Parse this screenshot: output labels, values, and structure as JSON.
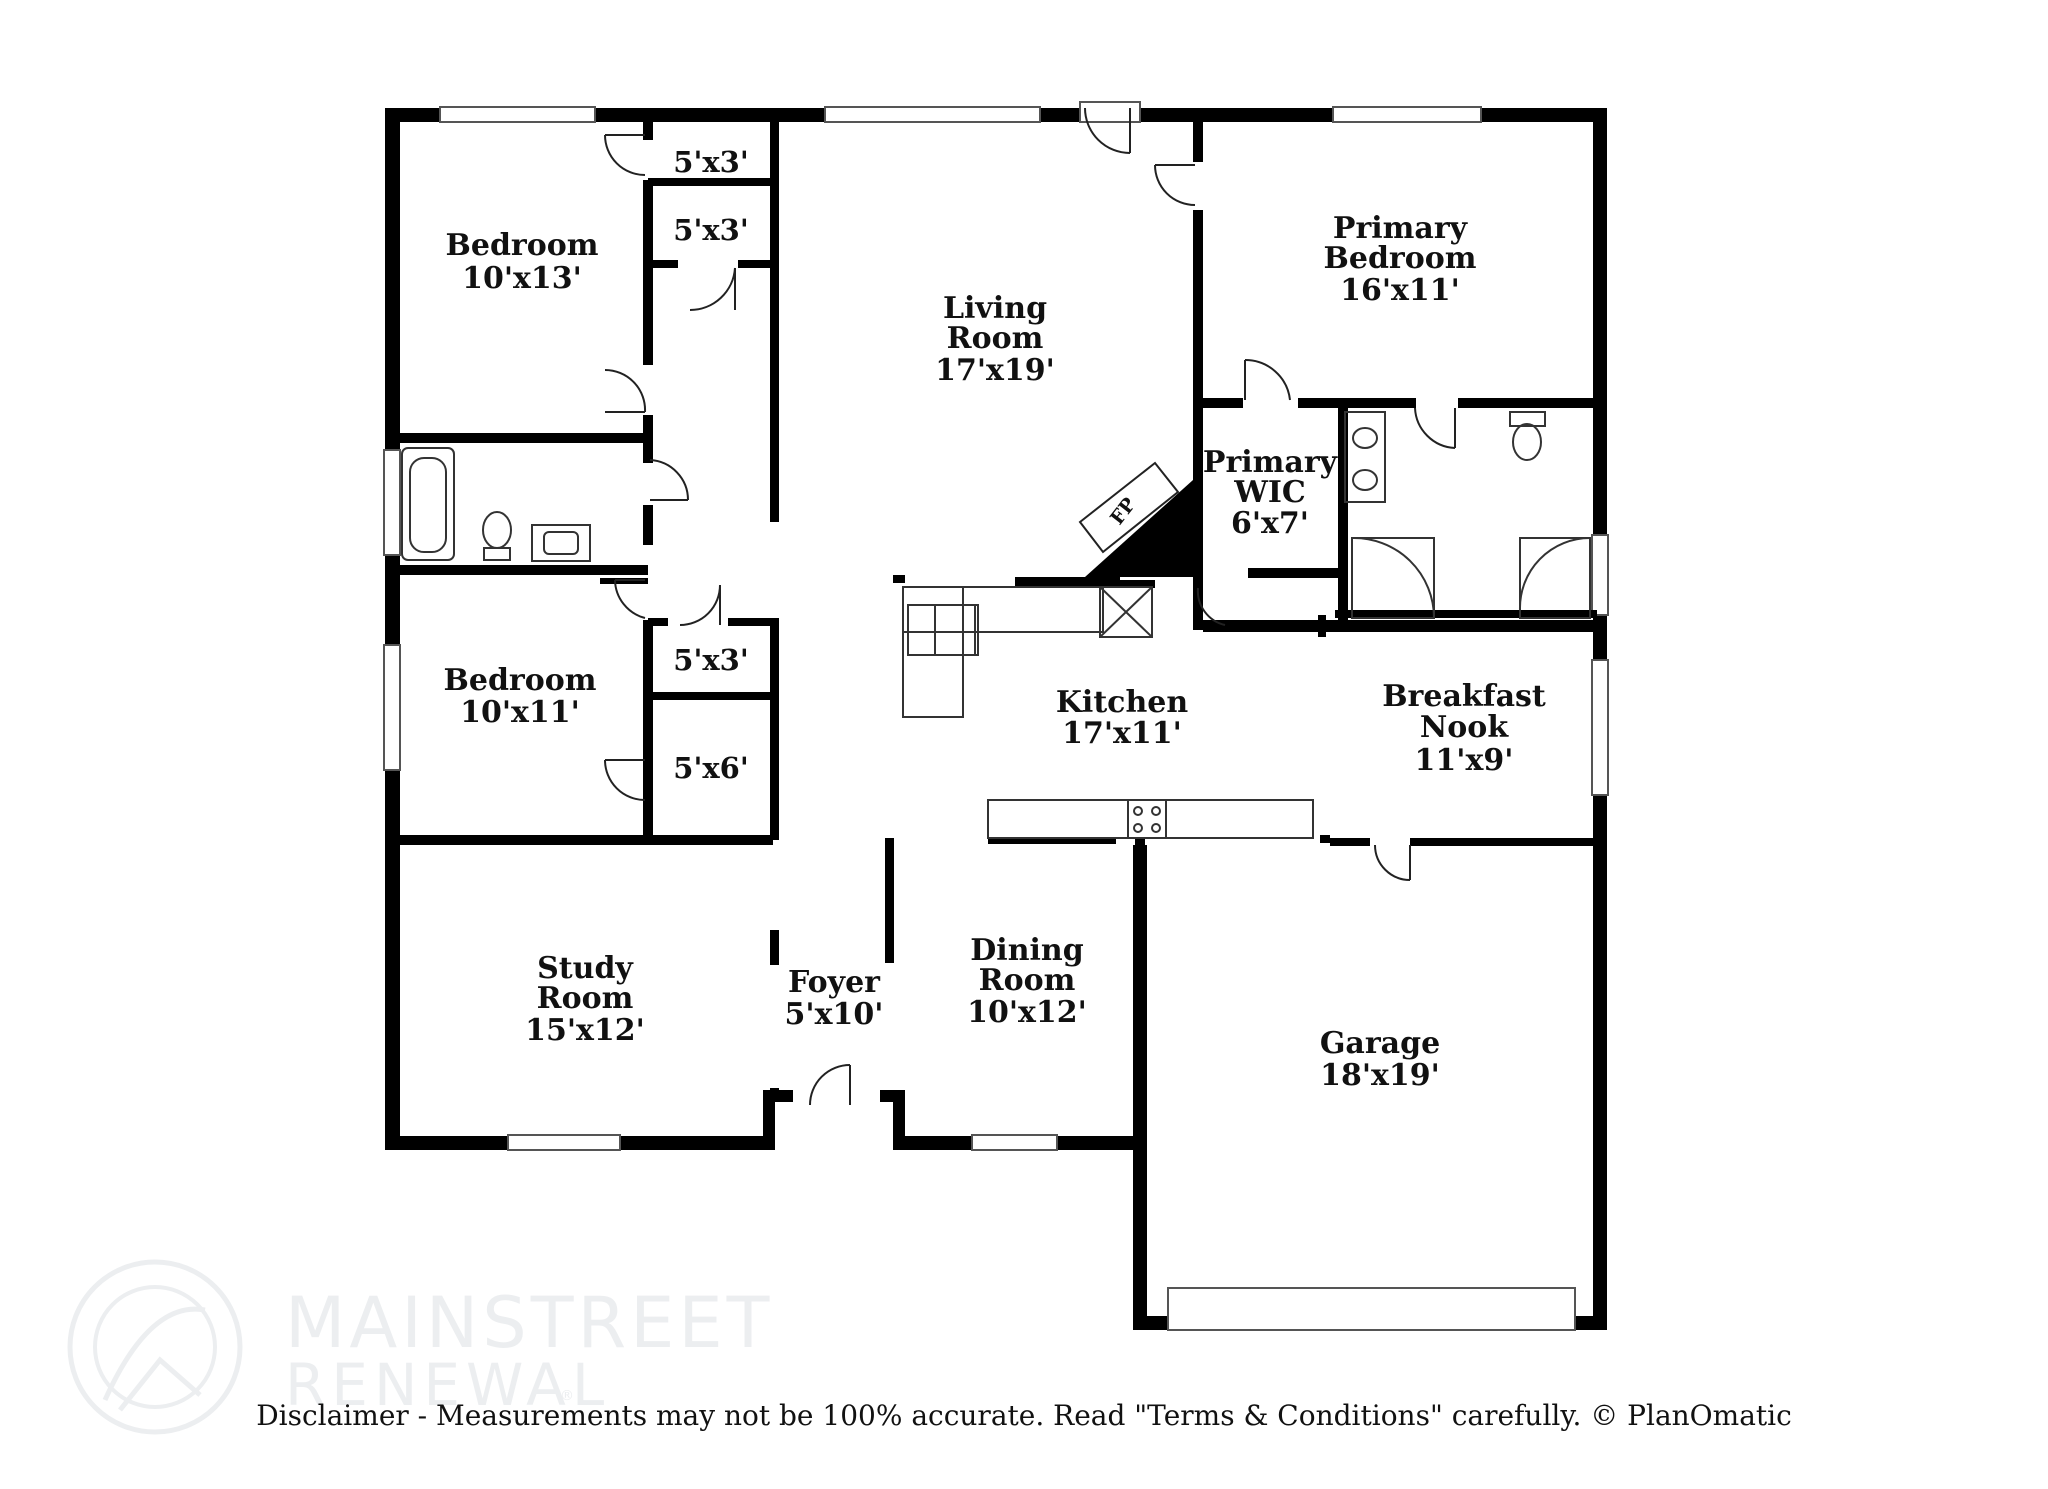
{
  "rooms": {
    "bedroom_top": {
      "name": "Bedroom",
      "size": "10'x13'"
    },
    "closet_1": {
      "size": "5'x3'"
    },
    "closet_2": {
      "size": "5'x3'"
    },
    "living_room": {
      "line1": "Living",
      "line2": "Room",
      "size": "17'x19'"
    },
    "primary_bedroom": {
      "line1": "Primary",
      "line2": "Bedroom",
      "size": "16'x11'"
    },
    "primary_wic": {
      "line1": "Primary",
      "line2": "WIC",
      "size": "6'x7'"
    },
    "fireplace": {
      "label": "FP"
    },
    "bedroom_mid": {
      "name": "Bedroom",
      "size": "10'x11'"
    },
    "closet_3": {
      "size": "5'x3'"
    },
    "closet_4": {
      "size": "5'x6'"
    },
    "kitchen": {
      "name": "Kitchen",
      "size": "17'x11'"
    },
    "breakfast_nook": {
      "line1": "Breakfast",
      "line2": "Nook",
      "size": "11'x9'"
    },
    "study_room": {
      "line1": "Study",
      "line2": "Room",
      "size": "15'x12'"
    },
    "foyer": {
      "name": "Foyer",
      "size": "5'x10'"
    },
    "dining_room": {
      "line1": "Dining",
      "line2": "Room",
      "size": "10'x12'"
    },
    "garage": {
      "name": "Garage",
      "size": "18'x19'"
    }
  },
  "branding": {
    "line1": "MAINSTREET",
    "line2": "RENEWAL",
    "mark": "®"
  },
  "disclaimer": "Disclaimer - Measurements may not be 100% accurate. Read \"Terms & Conditions\" carefully. © PlanOmatic",
  "colors": {
    "wall": "#000000",
    "watermark": "#eceef0",
    "background": "#ffffff"
  }
}
